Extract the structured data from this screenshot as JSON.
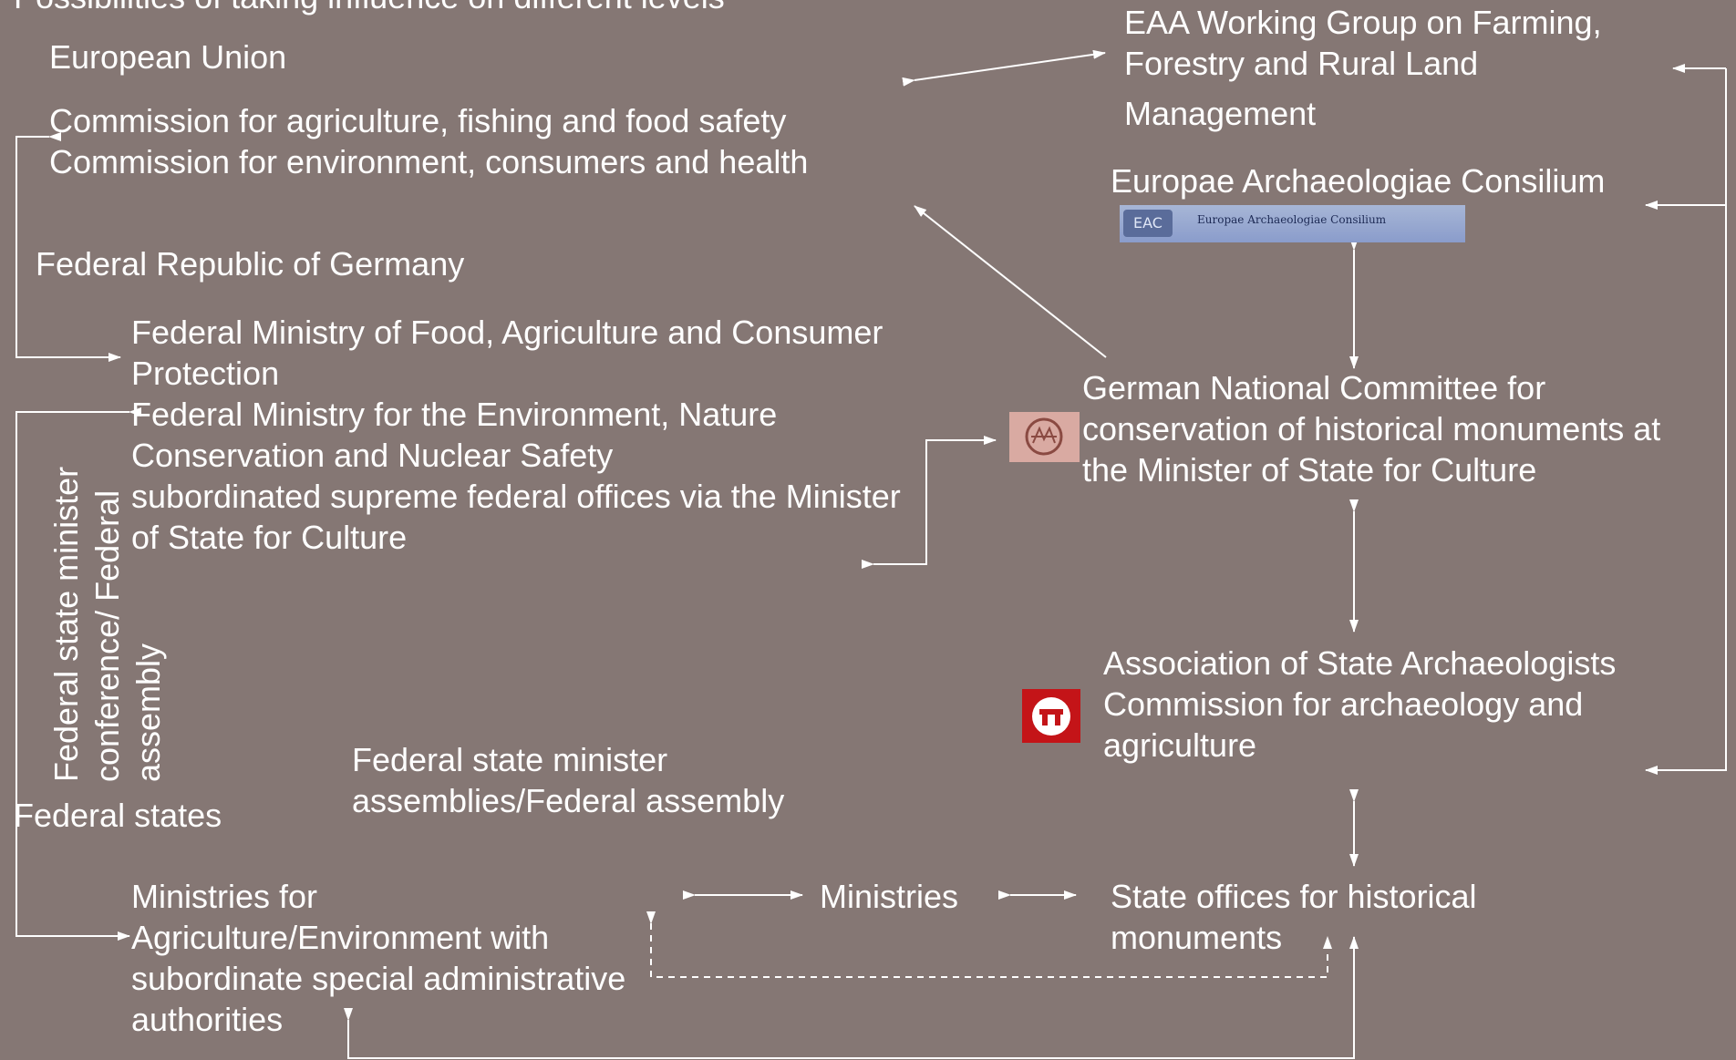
{
  "title": "Possibilities of taking influence on different levels",
  "labels": {
    "eu": "European Union",
    "eu_commissions": "Commission for agriculture, fishing and food safety\nCommission for environment, consumers and health",
    "germany": "Federal Republic of Germany",
    "bmelv": "Federal Ministry of Food, Agriculture and Consumer\nProtection",
    "bmu": "Federal Ministry for the Environment, Nature\nConservation and Nuclear Safety\nsubordinated supreme federal offices via the Minister\nof State for Culture",
    "vertical": "Federal state minister\nconference/ Federal\nassembly",
    "federal_states": "Federal states",
    "minister_assemblies": "Federal state minister\nassemblies/Federal assembly",
    "ministries_agri": "Ministries for\nAgriculture/Environment with\nsubordinate special administrative\nauthorities",
    "ministries": "Ministries",
    "state_offices": "State offices for historical\nmonuments",
    "eaa": "EAA Working Group on Farming,\nForestry and Rural Land",
    "eaa_mgmt": "Management",
    "eac": "Europae Archaeologiae Consilium",
    "eac_logo_text": "Europae Archaeologiae Consilium",
    "eac_logo_abbr": "EAC",
    "dnk": "German National Committee for\nconservation of historical monuments at\nthe Minister of State for Culture",
    "vla": "Association of State Archaeologists\nCommission for archaeology and\nagriculture"
  },
  "icons": [
    "eac-logo",
    "dnk-logo",
    "vla-logo"
  ],
  "colors": {
    "background": "#857774",
    "text": "#ffffff"
  }
}
